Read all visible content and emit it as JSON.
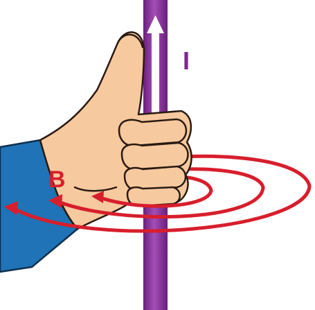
{
  "labels": {
    "current": "I",
    "field": "B"
  },
  "colors": {
    "wire_dark": "#6B1E7E",
    "wire_light": "#A24FB5",
    "current_arrow": "#FFFFFF",
    "current_label": "#7A2A8C",
    "field_lines": "#D81E2C",
    "field_label": "#D81E2C",
    "skin": "#F7C99E",
    "skin_outline": "#2A1A12",
    "sleeve": "#1F73B6",
    "background": "#FFFFFF"
  },
  "icons": {
    "hand": "thumbs-up-right-hand",
    "wire": "straight-conductor",
    "field": "circular-magnetic-field-lines"
  }
}
